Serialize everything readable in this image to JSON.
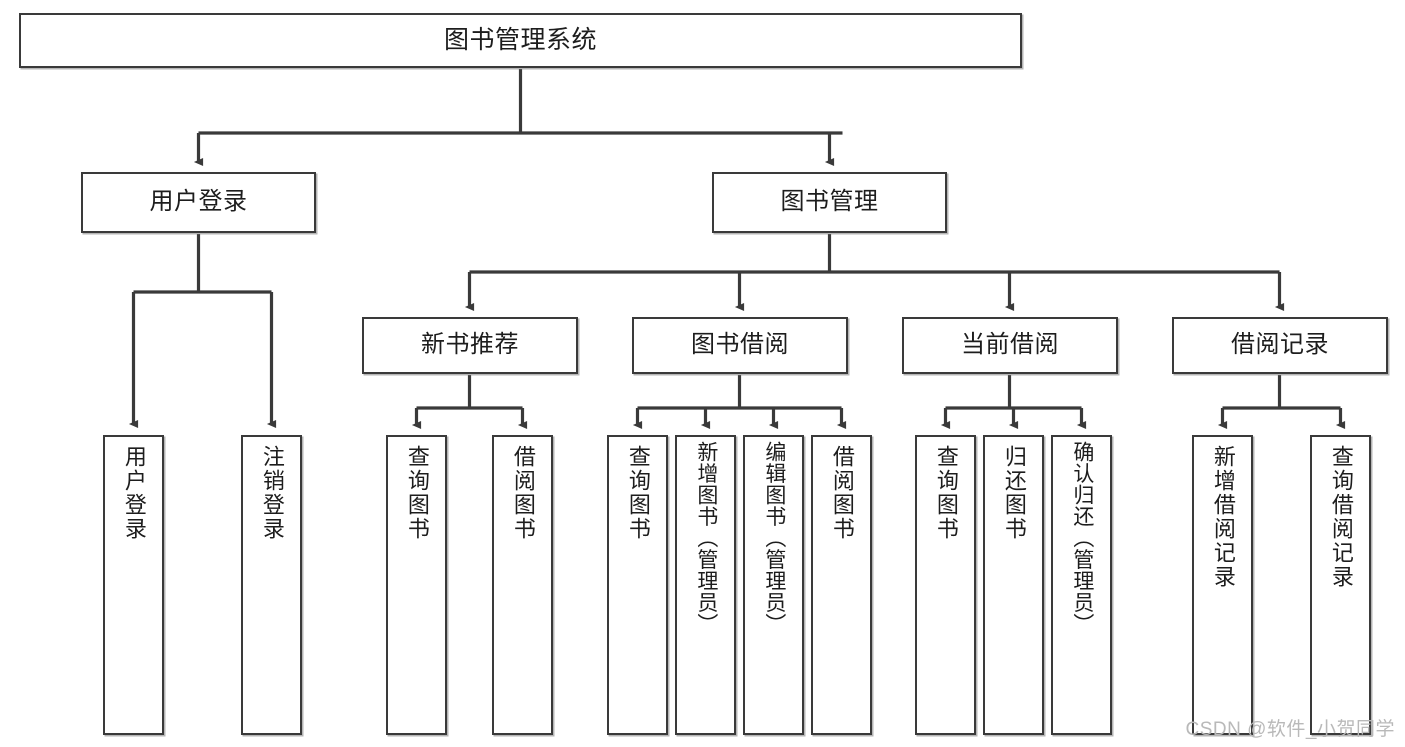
{
  "diagram": {
    "title": "图书管理系统",
    "type": "tree-hierarchy-chart",
    "root": {
      "label": "图书管理系统"
    },
    "level2": [
      {
        "label": "用户登录"
      },
      {
        "label": "图书管理"
      }
    ],
    "level3": [
      {
        "label": "新书推荐"
      },
      {
        "label": "图书借阅"
      },
      {
        "label": "当前借阅"
      },
      {
        "label": "借阅记录"
      }
    ],
    "leaves": {
      "user_login": [
        {
          "label": "用户登录"
        },
        {
          "label": "注销登录"
        }
      ],
      "new_book_recommend": [
        {
          "label": "查询图书"
        },
        {
          "label": "借阅图书"
        }
      ],
      "book_borrow": [
        {
          "label": "查询图书"
        },
        {
          "label": "新增图书（管理员）"
        },
        {
          "label": "编辑图书（管理员）"
        },
        {
          "label": "借阅图书"
        }
      ],
      "current_borrow": [
        {
          "label": "查询图书"
        },
        {
          "label": "归还图书"
        },
        {
          "label": "确认归还（管理员）"
        }
      ],
      "borrow_records": [
        {
          "label": "新增借阅记录"
        },
        {
          "label": "查询借阅记录"
        }
      ]
    }
  },
  "watermark": {
    "text": "CSDN @软件_小贺同学"
  },
  "colors": {
    "stroke": "#3a3a3a",
    "fill": "#ffffff",
    "text": "#1d1d1d",
    "watermark": "#b9b9b9"
  }
}
